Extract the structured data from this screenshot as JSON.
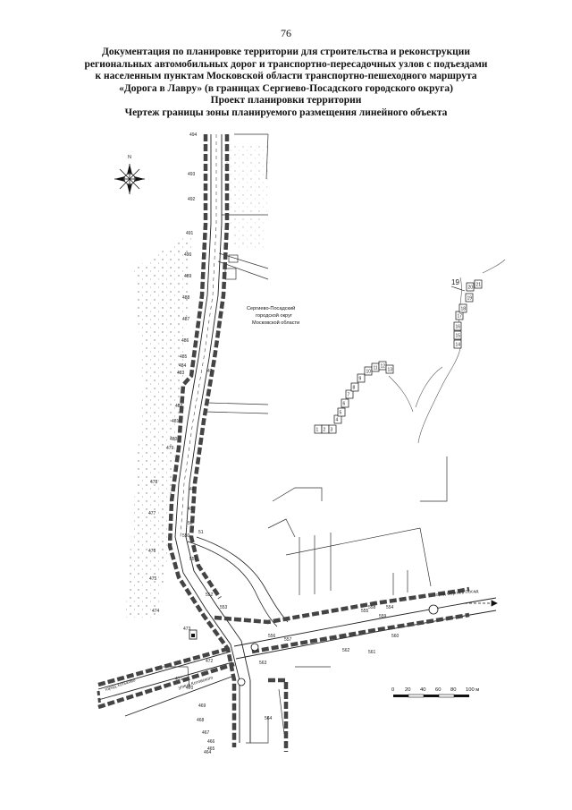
{
  "page_number": "76",
  "header": {
    "line1": "Документация по планировке территории для строительства и реконструкции",
    "line2": "региональных автомобильных дорог и транспортно-пересадочных узлов с подъездами",
    "line3": "к населенным пунктам Московской области транспортно-пешеходного маршрута",
    "line4": "«Дорога в Лавру» (в границах Сергиево-Посадского городского округа)",
    "line5": "Проект планировки территории",
    "line6": "Чертеж границы зоны планируемого размещения линейного объекта"
  },
  "compass": {
    "north_label": "N"
  },
  "area_label": {
    "line1": "Сергиево-Посадский",
    "line2": "городской округ",
    "line3": "Московской области"
  },
  "street_labels": {
    "sergieva_posad": "город Сергиев Посад",
    "khotkovo": "город Хотьково",
    "kotovskogo": "улица Котовского"
  },
  "boundary_points_left": [
    "494",
    "493",
    "492",
    "491",
    "490",
    "489",
    "488",
    "487",
    "486",
    "485",
    "484",
    "483",
    "482",
    "481",
    "480",
    "479",
    "478",
    "477",
    "476",
    "475",
    "474",
    "473",
    "472",
    "471",
    "470",
    "469",
    "468",
    "467",
    "466",
    "465",
    "464"
  ],
  "boundary_points_right": [
    "550",
    "551",
    "552",
    "553",
    "554",
    "555",
    "556",
    "557",
    "558",
    "559",
    "560",
    "561",
    "562",
    "563",
    "564",
    "47",
    "48",
    "49",
    "50",
    "51"
  ],
  "inset_points": [
    "1",
    "2",
    "3",
    "4",
    "5",
    "6",
    "7",
    "8",
    "9",
    "10",
    "11",
    "12",
    "13",
    "14",
    "15",
    "16",
    "17",
    "18",
    "19",
    "20",
    "21"
  ],
  "inset_callout": "19",
  "scale_bar": {
    "labels": [
      "0",
      "20",
      "40",
      "60",
      "80",
      "100 м"
    ]
  },
  "colors": {
    "boundary": "#444444",
    "road": "#222222",
    "background": "#ffffff"
  }
}
